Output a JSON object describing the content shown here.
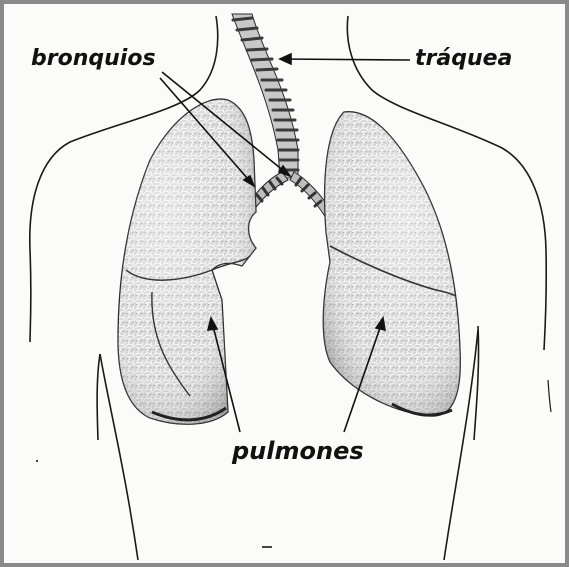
{
  "labels": {
    "bronquios": "bronquios",
    "traquea": "tráquea",
    "pulmones": "pulmones"
  },
  "colors": {
    "frame": "#8a8a8a",
    "outline": "#1a1a1a",
    "lung_fill": "#d2d2d2",
    "lung_shade": "#9a9a9a",
    "trachea_ring": "#4a4a4a"
  }
}
